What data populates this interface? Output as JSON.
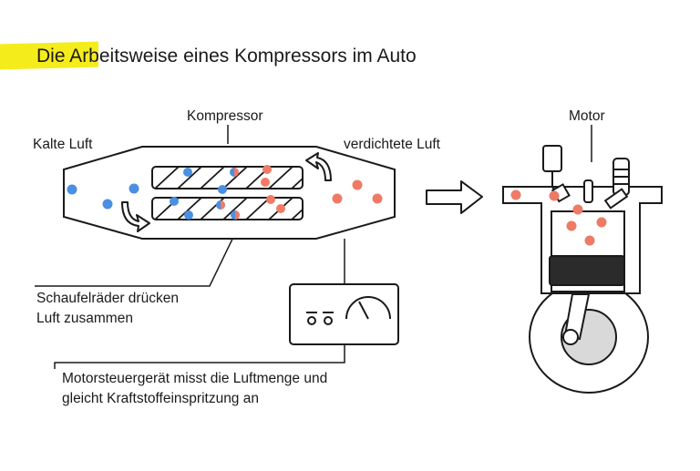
{
  "title": "Die Arbeitsweise eines Kompressors im Auto",
  "colors": {
    "highlight": "#f5ec1c",
    "cold_air": "#4a90e2",
    "compressed_air": "#ee7b66",
    "stroke": "#1a1a1a",
    "motor_fill": "#d9d9d9"
  },
  "labels": {
    "compressor": "Kompressor",
    "cold_air": "Kalte Luft",
    "compressed_air": "verdichtete Luft",
    "motor": "Motor",
    "blades": [
      "Schaufelräder drücken",
      "Luft zusammen"
    ],
    "ecu": [
      "Motorsteuergerät misst die Luftmenge und",
      "gleicht Kraftstoffeinspritzung an"
    ]
  },
  "icons": [
    "compressor-housing",
    "rotor-blades",
    "rotation-arrow-icon",
    "right-arrow-icon",
    "control-unit-gauge-icon",
    "engine-cylinder-icon"
  ]
}
